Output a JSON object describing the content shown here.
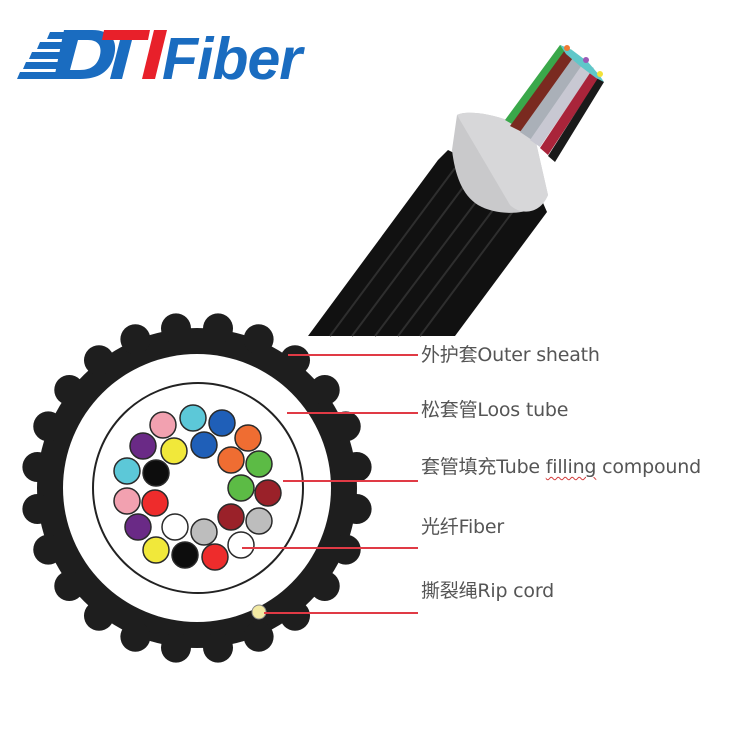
{
  "brand": {
    "name": "DTIFiber",
    "parts": {
      "d": "D",
      "t": "T",
      "i": "I",
      "rest": "Fiber"
    },
    "colors": {
      "blue": "#1a6cc0",
      "red": "#e8202a"
    }
  },
  "diagram": {
    "title_hidden": "Optical fiber cable cross-section",
    "leader_line_color": "#e03a45",
    "labels": [
      {
        "id": "outer-sheath",
        "zh": "外护套",
        "en": "Outer sheath"
      },
      {
        "id": "loose-tube",
        "zh": "松套管",
        "en": "Loos tube"
      },
      {
        "id": "tube-filling",
        "zh": "套管填充",
        "en_pre": "Tube ",
        "en_mark": "filling",
        "en_post": " compound"
      },
      {
        "id": "fiber",
        "zh": "光纤",
        "en": "Fiber"
      },
      {
        "id": "rip-cord",
        "zh": "撕裂绳",
        "en": "Rip cord"
      }
    ],
    "fiber_colors": {
      "outer_ring": [
        "#f2a1b0",
        "#5cc8d8",
        "#1f5fb8",
        "#ef6d32",
        "#5cbb45",
        "#9a2129",
        "#bdbdbd",
        "#ffffff",
        "#ee2c2c",
        "#0d0d0d",
        "#f1e83a",
        "#6a2a86",
        "#f2a1b0",
        "#5cc8d8",
        "#6a2a86"
      ],
      "inner_ring": [
        "#f1e83a",
        "#1f5fb8",
        "#ef6d32",
        "#5cbb45",
        "#9a2129",
        "#bdbdbd",
        "#ffffff",
        "#ee2c2c",
        "#0d0d0d"
      ]
    },
    "rip_cord_color": "#f3eaa3",
    "sheath_color": "#1e1e1e"
  }
}
